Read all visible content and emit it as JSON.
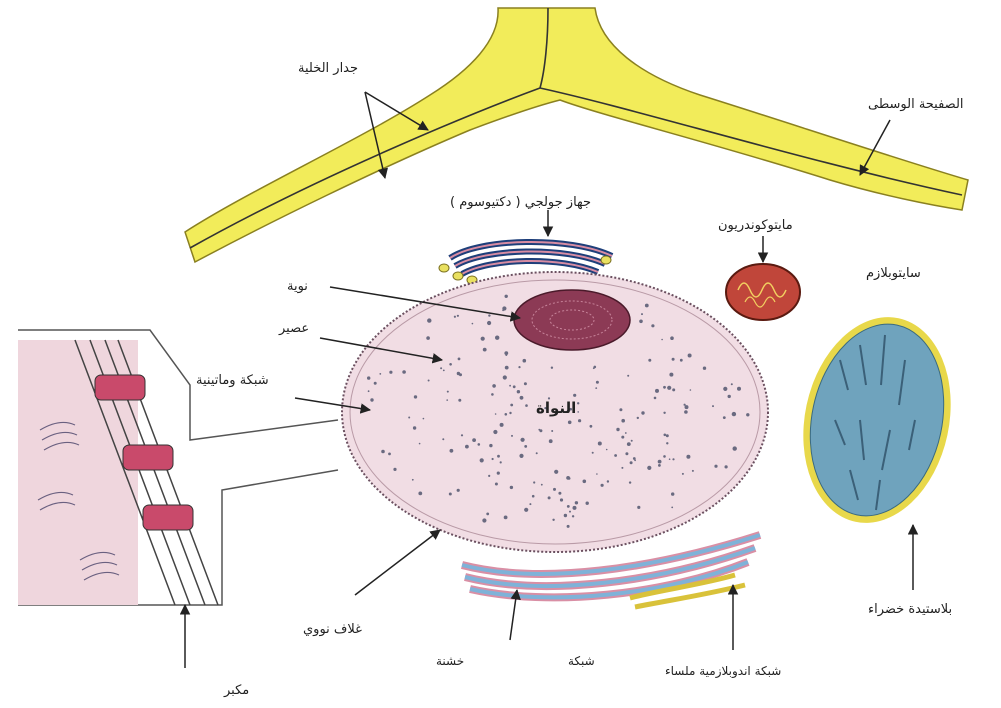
{
  "labels": {
    "cell_wall": "جدار الخلية",
    "middle_lamella": "الصفيحة الوسطى",
    "golgi": "جهاز جولجي ( دكتيوسوم )",
    "mitochondrion": "مايتوكوندريون",
    "cytoplasm": "سايتوبلازم",
    "nucleolus": "نوية",
    "chromatin": "عصير",
    "chromatin_network": "شبكة وماتينية",
    "nucleus": "النواة",
    "chloroplast": "بلاستيدة خضراء",
    "nuclear_envelope": "غلاف نووي",
    "rough_er_1": "خشنة",
    "rough_er_2": "شبكة",
    "smooth_er": "شبكة اندوبلازمية ملساء",
    "magnified": "مكبر"
  },
  "colors": {
    "wall_fill": "#f2ec5a",
    "nucleus_fill": "#f1dde4",
    "nucleolus_fill": "#8c3a55",
    "mito_fill": "#c0463a",
    "chloro_fill": "#6fa3bd",
    "chloro_rim": "#e8d84a",
    "er_blue": "#7fb2d8",
    "er_pink": "#d98fa5",
    "inset_fill": "#efd6dd",
    "pore_fill": "#c94a6b"
  }
}
